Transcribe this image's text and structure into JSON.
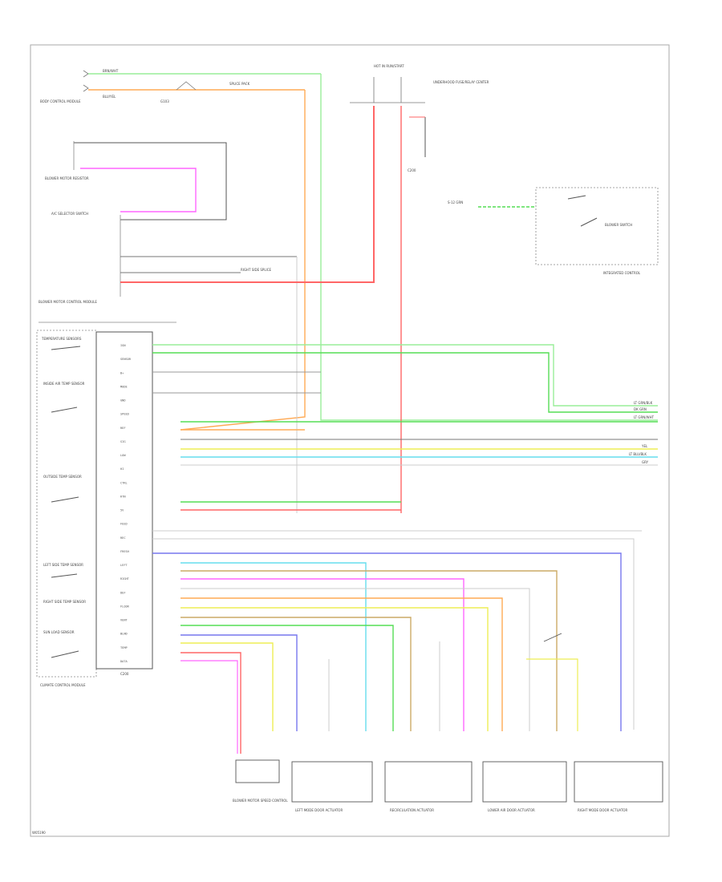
{
  "colors": {
    "frame": "#aaaaaa",
    "wire_black": "#555555",
    "red": "#ff6666",
    "orange": "#ffaa55",
    "green": "#55dd55",
    "light_green": "#99ee99",
    "magenta": "#ff66ff",
    "yellow": "#eeee55",
    "cyan": "#66ddee",
    "blue": "#7777ee",
    "tan": "#ccaa66",
    "gray": "#999999",
    "light_gray": "#cccccc"
  },
  "labels": {
    "top_left_1": "BRN/WHT",
    "top_left_2": "BLU/YEL",
    "top_left_3": "BODY CONTROL MODULE",
    "pink_block_title": "BLOWER MOTOR RESISTOR",
    "ac_selector_block": "A/C SELECTOR SWITCH",
    "fuse_block_top": "HOT IN RUN/START",
    "fuse_block_note": "UNDERHOOD FUSE/RELAY CENTER",
    "ground_label": "G103",
    "right_switch_title": "INTEGRATED CONTROL",
    "right_switch_sub": "BLOWER SWITCH",
    "right_switch_pin": "S-12 GRN",
    "main_module_title": "BLOWER MOTOR CONTROL MODULE",
    "sensor_group_title": "TEMPERATURE SENSORS",
    "left_sensor_1": "INSIDE AIR TEMP SENSOR",
    "left_sensor_2": "OUTSIDE TEMP SENSOR",
    "left_sensor_3": "LEFT SIDE TEMP SENSOR",
    "left_sensor_4": "RIGHT SIDE TEMP SENSOR",
    "left_sensor_5": "SUN LOAD SENSOR",
    "bottom_left_note": "CLIMATE CONTROL MODULE",
    "bottom_component_1": "BLOWER MOTOR SPEED CONTROL",
    "bottom_component_2": "LEFT MODE DOOR ACTUATOR",
    "bottom_component_3": "RECIRCULATION ACTUATOR",
    "bottom_component_4": "LOWER AIR DOOR ACTUATOR",
    "bottom_component_5": "RIGHT MODE DOOR ACTUATOR",
    "module_small_label": "C200",
    "mid_note_1": "SPLICE PACK",
    "mid_note_2": "RIGHT SIDE SPLICE",
    "bottom_corner_code": "W05190",
    "right_edge_1": "LT GRN/BLK",
    "right_edge_2": "DK GRN",
    "right_edge_3": "LT GRN/WHT",
    "right_edge_4": "YEL",
    "right_edge_5": "LT BLU/BLK",
    "right_edge_6": "GRY"
  },
  "module_pins": [
    "IGN",
    "SENSOR",
    "B+",
    "MODE",
    "GND",
    "SPEED",
    "REF",
    "SIG",
    "LOW",
    "HI",
    "CTRL",
    "RTN",
    "5V",
    "FEED",
    "REC",
    "FRESH",
    "LEFT",
    "RIGHT",
    "DEF",
    "FLOOR",
    "VENT",
    "BLND",
    "TEMP",
    "DATA"
  ]
}
